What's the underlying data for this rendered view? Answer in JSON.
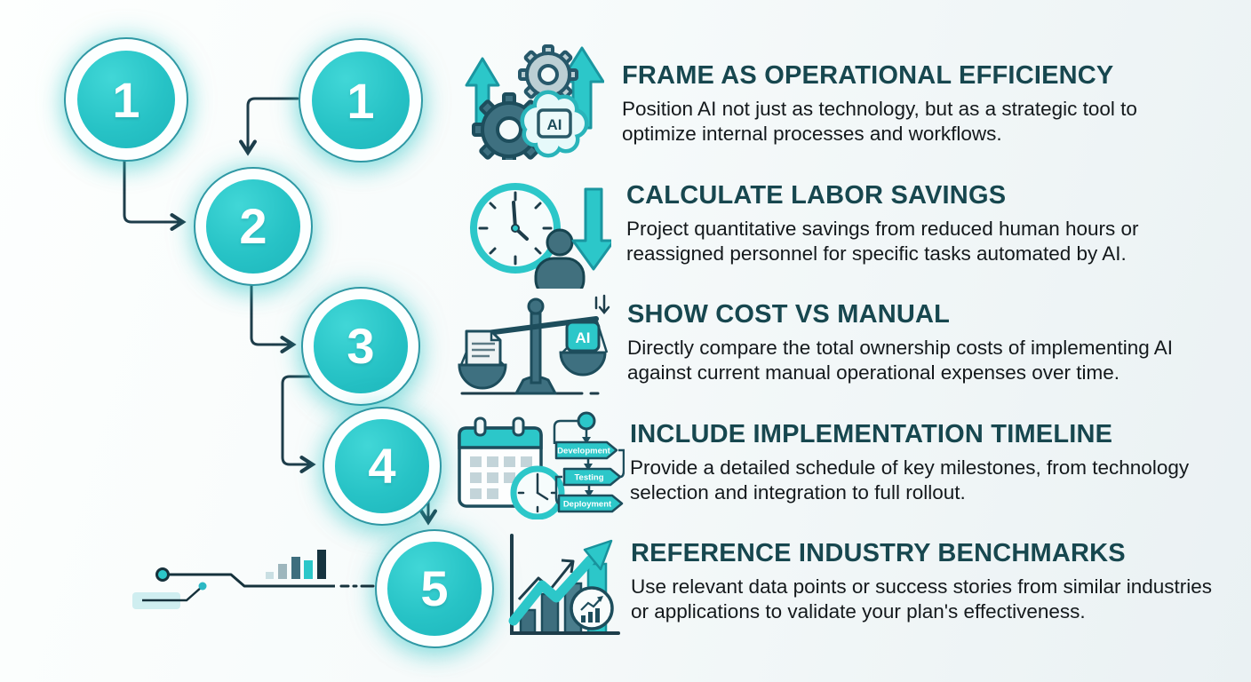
{
  "title_implied": "AI business case steps infographic",
  "nodes": [
    {
      "label": "1"
    },
    {
      "label": "1"
    },
    {
      "label": "2"
    },
    {
      "label": "3"
    },
    {
      "label": "4"
    },
    {
      "label": "5"
    }
  ],
  "steps": [
    {
      "number": "1",
      "icon": "gears-ai-brain-icon",
      "title": "FRAME AS OPERATIONAL EFFICIENCY",
      "description": "Position AI not just as technology, but as a strategic tool to optimize internal processes and workflows."
    },
    {
      "number": "2",
      "icon": "clock-person-down-arrow-icon",
      "title": "CALCULATE LABOR SAVINGS",
      "description": "Project quantitative savings from reduced human hours or reassigned personnel for specific tasks automated by AI."
    },
    {
      "number": "3",
      "icon": "balance-scale-ai-icon",
      "title": "SHOW COST VS MANUAL",
      "description": "Directly compare the total ownership costs of implementing AI against current manual operational expenses over time."
    },
    {
      "number": "4",
      "icon": "calendar-flowchart-icon",
      "title": "INCLUDE IMPLEMENTATION TIMELINE",
      "description": "Provide a detailed schedule of key milestones, from technology selection and integration to full rollout."
    },
    {
      "number": "5",
      "icon": "growth-chart-icon",
      "title": "REFERENCE INDUSTRY BENCHMARKS",
      "description": "Use relevant data points or success stories from similar industries or applications to validate your plan's effectiveness."
    }
  ],
  "icons": {
    "ai_chip_label": "AI",
    "flowchart_steps": [
      "Development",
      "Testing",
      "Deployment"
    ]
  },
  "colors": {
    "accent_teal": "#2cc7c9",
    "dark_slate": "#1e3d4a",
    "title_teal": "#17474f",
    "body_text": "#14191c",
    "icon_dark_fill": "#3e7080",
    "light_fill": "#cfeef0"
  }
}
